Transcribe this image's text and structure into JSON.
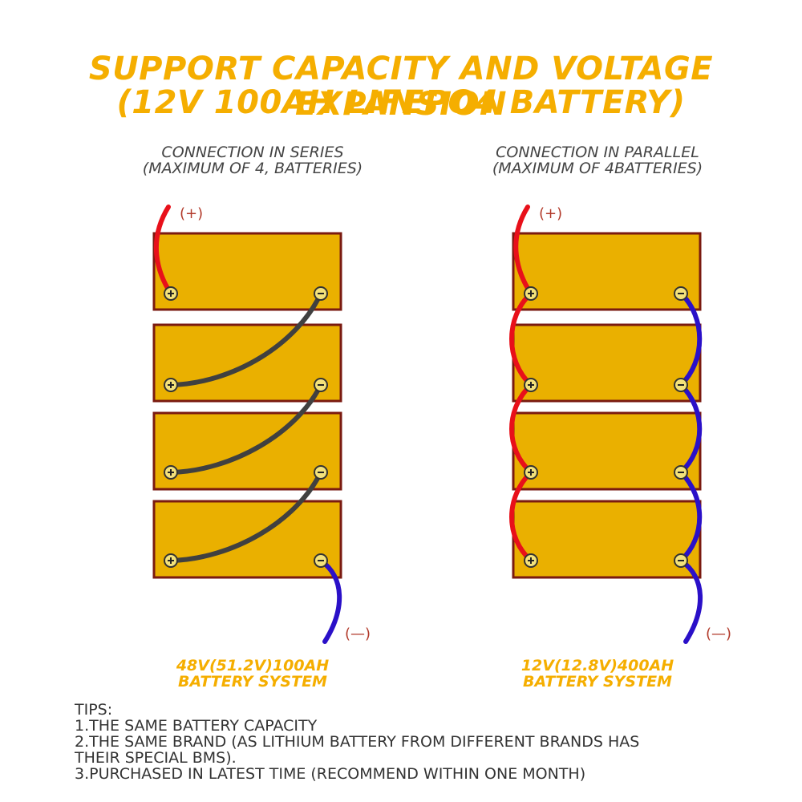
{
  "title": {
    "line1": "SUPPORT CAPACITY AND VOLTAGE EXPANSION",
    "line2": "(12V 100AH LIFEPO4 BATTERY)"
  },
  "series": {
    "heading_line1": "CONNECTION IN SERIES",
    "heading_line2": "(MAXIMUM OF 4, BATTERIES)",
    "positive_label": "(+)",
    "negative_label": "(—)",
    "caption_line1": "48V(51.2V)100AH",
    "caption_line2": "BATTERY SYSTEM",
    "battery_count": 4
  },
  "parallel": {
    "heading_line1": "CONNECTION IN PARALLEL",
    "heading_line2": "(MAXIMUM OF 4BATTERIES)",
    "positive_label": "(+)",
    "negative_label": "(—)",
    "caption_line1": "12V(12.8V)400AH",
    "caption_line2": "BATTERY SYSTEM",
    "battery_count": 4
  },
  "tips": {
    "heading": "TIPS:",
    "items": [
      "1.THE SAME BATTERY CAPACITY",
      "2.THE SAME BRAND (AS LITHIUM BATTERY FROM DIFFERENT BRANDS HAS\nTHEIR SPECIAL BMS).",
      "3.PURCHASED IN LATEST TIME (RECOMMEND WITHIN ONE MONTH)"
    ]
  },
  "colors": {
    "title": "#f5ae00",
    "battery_fill": "#eab000",
    "battery_border": "#7a1a10",
    "positive_wire": "#e8101a",
    "negative_wire": "#2a10c8",
    "link_wire": "#404040",
    "terminal": "#f4e27a"
  }
}
